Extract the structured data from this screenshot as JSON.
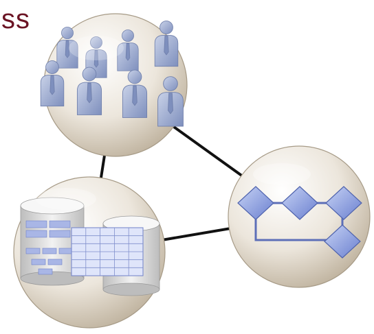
{
  "title_fragment": "ss",
  "colors": {
    "title": "#6b1424",
    "connector": "#111111",
    "sphere_light": "#ffffff",
    "sphere_mid": "#ece6dc",
    "sphere_dark": "#bcaf9a",
    "person_light": "#c9d2e8",
    "person_dark": "#7e8fbd",
    "diamond_light": "#c7d3f5",
    "diamond_dark": "#6a7fcf",
    "db_light": "#f2f2f2",
    "db_dark": "#bdbdbd",
    "db_grid": "#8a96cc"
  },
  "nodes": [
    {
      "id": "people",
      "icon": "people-group-icon"
    },
    {
      "id": "process",
      "icon": "process-flow-icon"
    },
    {
      "id": "data",
      "icon": "database-icon"
    }
  ],
  "edges": [
    {
      "from": "people",
      "to": "data"
    },
    {
      "from": "people",
      "to": "process"
    },
    {
      "from": "data",
      "to": "process"
    }
  ]
}
